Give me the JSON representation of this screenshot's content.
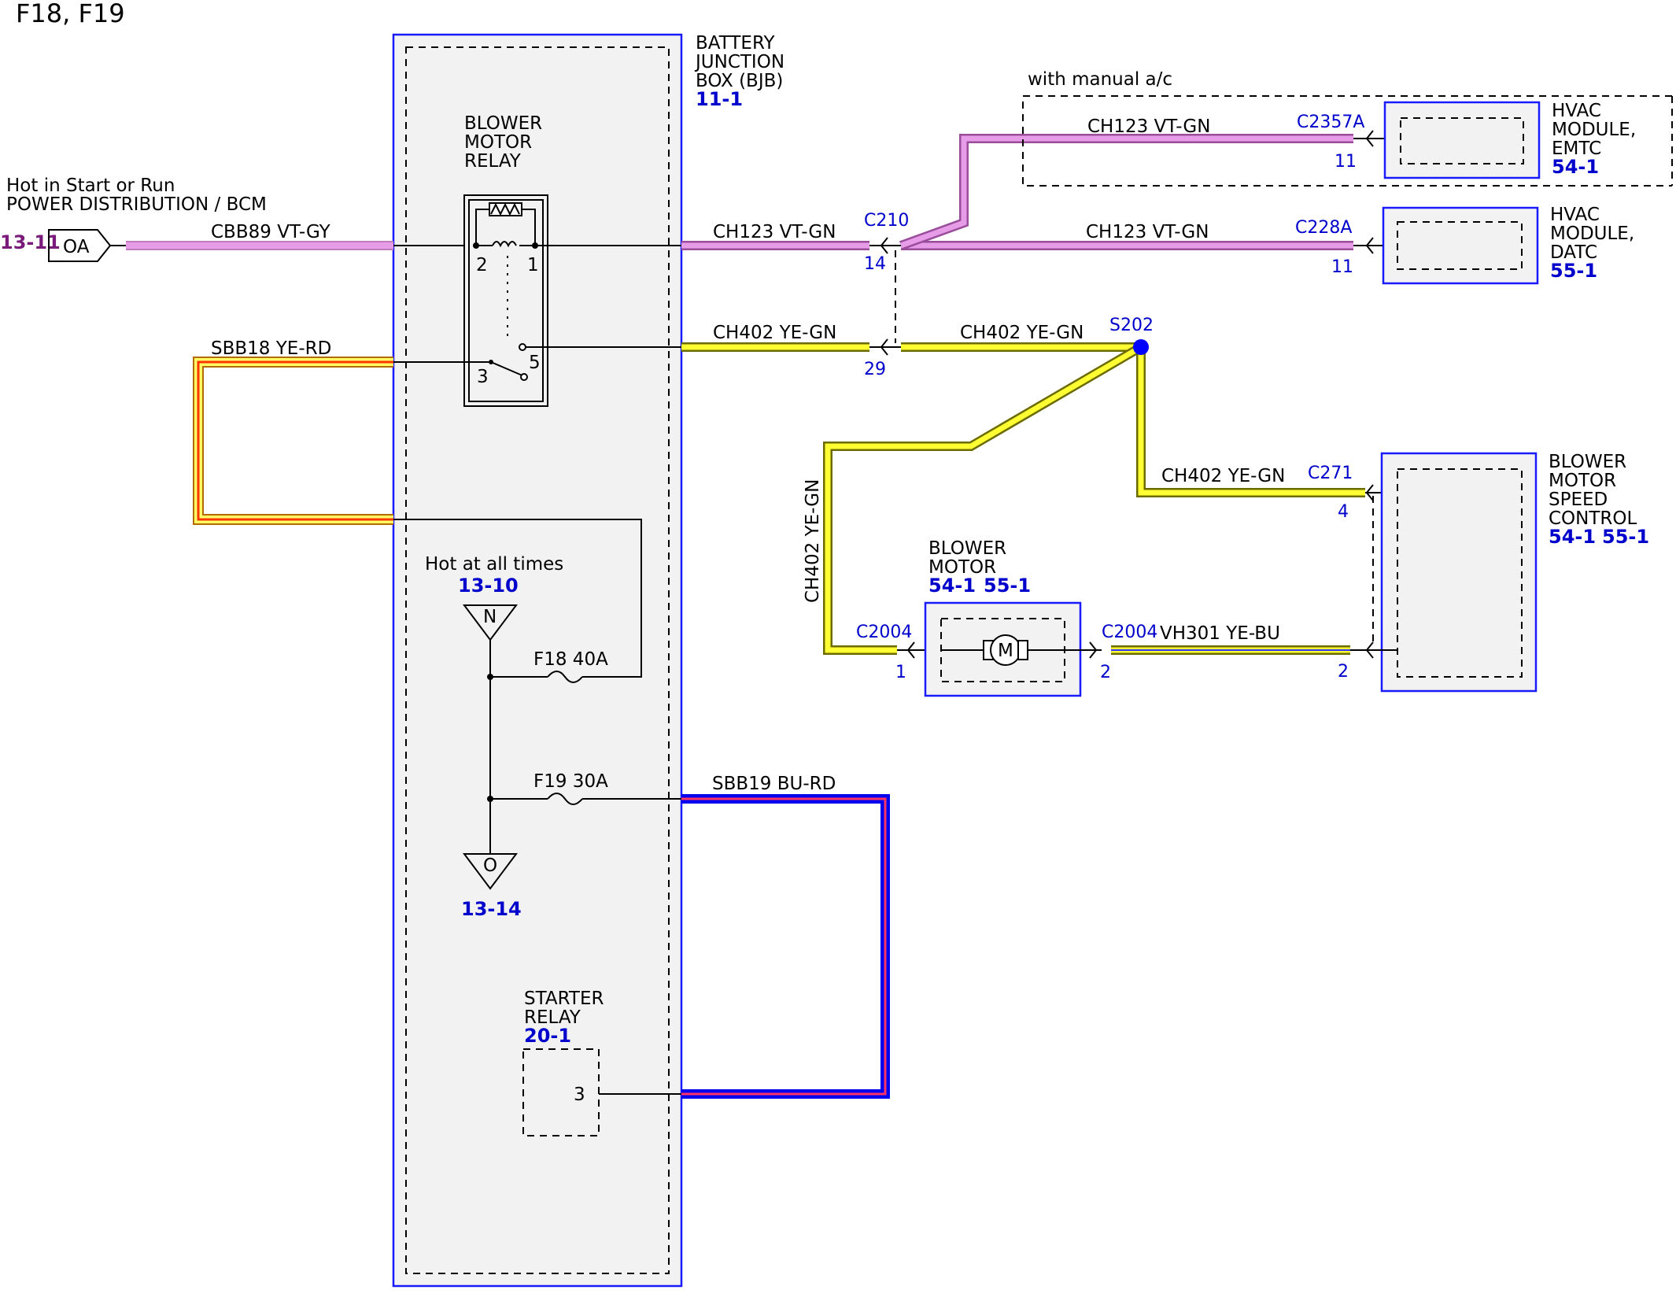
{
  "title": "F18, F19",
  "colors": {
    "vt_gy": "#e69ce6",
    "vt_gn_outer": "#9a4d9a",
    "vt_gn_inner": "#e69ce6",
    "ye_gn_outer": "#6b6b00",
    "ye_gn_inner": "#ffff33",
    "ye_rd_outer": "#b36b00",
    "ye_rd_mid": "#ffff66",
    "ye_rd_inner": "#ff3300",
    "bu_rd_outer": "#0000ee",
    "bu_rd_inner": "#ff3366",
    "ref_blue": "#0000cc",
    "ref_purple": "#7a1a7a",
    "splice": "#0000ff"
  },
  "power_source": {
    "line1": "Hot in Start or Run",
    "line2": "POWER DISTRIBUTION / BCM",
    "ref": "13-11",
    "connector": "OA"
  },
  "bjb": {
    "name1": "BATTERY",
    "name2": "JUNCTION",
    "name3": "BOX (BJB)",
    "ref": "11-1"
  },
  "relay": {
    "name1": "BLOWER",
    "name2": "MOTOR",
    "name3": "RELAY",
    "pin_2": "2",
    "pin_1": "1",
    "pin_3": "3",
    "pin_5": "5"
  },
  "hot_all_times": {
    "label": "Hot at all times",
    "ref": "13-10",
    "connector_n": "N",
    "connector_o": "O",
    "ref_o": "13-14"
  },
  "fuses": {
    "f18": "F18  40A",
    "f19": "F19  30A"
  },
  "starter_relay": {
    "name1": "STARTER",
    "name2": "RELAY",
    "ref": "20-1",
    "pin": "3"
  },
  "wires": {
    "cbb89": "CBB89  VT-GY",
    "sbb18": "SBB18  YE-RD",
    "ch123_a": "CH123  VT-GN",
    "ch123_b": "CH123  VT-GN",
    "ch123_c": "CH123  VT-GN",
    "ch402_a": "CH402  YE-GN",
    "ch402_b": "CH402  YE-GN",
    "ch402_c": "CH402  YE-GN",
    "ch402_v": "CH402  YE-GN",
    "vh301": "VH301  YE-BU",
    "sbb19": "SBB19  BU-RD"
  },
  "connectors": {
    "c210": "C210",
    "c210_p14": "14",
    "c210_p29": "29",
    "c2357a": "C2357A",
    "c2357a_pin": "11",
    "c228a": "C228A",
    "c228a_pin": "11",
    "s202": "S202",
    "c271": "C271",
    "c271_pin": "4",
    "c2004_l": "C2004",
    "c2004_l_pin": "1",
    "c2004_r": "C2004",
    "c2004_r_pin": "2",
    "bmsc_pin2": "2"
  },
  "manual_ac": "with manual a/c",
  "hvac_emtc": {
    "line1": "HVAC",
    "line2": "MODULE,",
    "line3": "EMTC",
    "ref": "54-1"
  },
  "hvac_datc": {
    "line1": "HVAC",
    "line2": "MODULE,",
    "line3": "DATC",
    "ref": "55-1"
  },
  "bmsc": {
    "line1": "BLOWER",
    "line2": "MOTOR",
    "line3": "SPEED",
    "line4": "CONTROL",
    "ref1": "54-1",
    "ref2": "55-1"
  },
  "blower_motor": {
    "line1": "BLOWER",
    "line2": "MOTOR",
    "ref1": "54-1",
    "ref2": "55-1",
    "symbol": "M"
  }
}
